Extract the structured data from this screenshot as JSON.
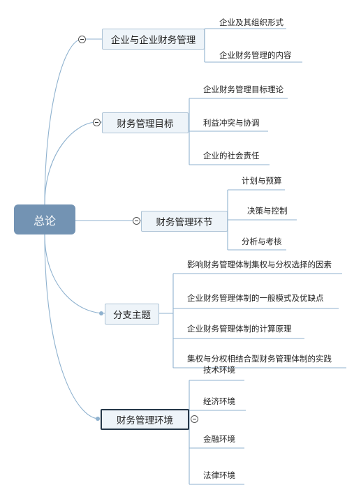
{
  "root": {
    "label": "总论"
  },
  "branches": [
    {
      "label": "企业与企业财务管理",
      "leaves": [
        "企业及其组织形式",
        "企业财务管理的内容"
      ]
    },
    {
      "label": "财务管理目标",
      "leaves": [
        "企业财务管理目标理论",
        "利益冲突与协调",
        "企业的社会责任"
      ]
    },
    {
      "label": "财务管理环节",
      "leaves": [
        "计划与预算",
        "决策与控制",
        "分析与考核"
      ]
    },
    {
      "label": "分支主题",
      "leaves": [
        "影响财务管理体制集权与分权选择的因素",
        "企业财务管理体制的一般模式及优缺点",
        "企业财务管理体制的计算原理",
        "集权与分权相结合型财务管理体制的实践"
      ]
    },
    {
      "label": "财务管理环境",
      "leaves": [
        "技术环境",
        "经济环境",
        "金融环境",
        "法律环境"
      ]
    }
  ],
  "colors": {
    "root": "#7393b3",
    "line": "#8fb2cf",
    "selected_border": "#253748"
  }
}
